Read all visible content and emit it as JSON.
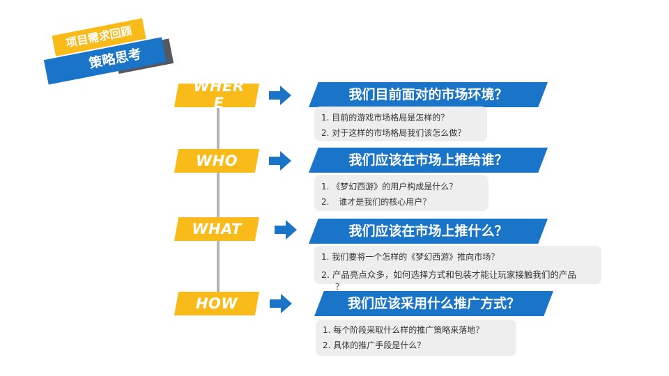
{
  "header": {
    "line1": "项目需求回顾",
    "line2": "策略思考"
  },
  "sections": [
    {
      "tag": "WHERE",
      "question": "我们目前面对的市场环境？",
      "items": [
        {
          "num": "1.",
          "text": "目前的游戏市场格局是怎样的？"
        },
        {
          "num": "2.",
          "text": "对于这样的市场格局我们该怎么做？"
        }
      ]
    },
    {
      "tag": "WHO",
      "question": "我们应该在市场上推给谁？",
      "items": [
        {
          "num": "1.",
          "text": "《梦幻西游》的用户构成是什么？"
        },
        {
          "num": "2.",
          "text": "谁才是我们的核心用户？"
        }
      ]
    },
    {
      "tag": "WHAT",
      "question": "我们应该在市场上推什么？",
      "items": [
        {
          "num": "1.",
          "text": "我们要将一个怎样的《梦幻西游》推向市场？"
        },
        {
          "num": "2.",
          "text": "产品亮点众多，如何选择方式和包装才能让玩家接触我们的产品"
        },
        {
          "num": "",
          "text": "？"
        }
      ]
    },
    {
      "tag": "HOW",
      "question": "我们应该采用什么推广方式？",
      "items": [
        {
          "num": "1.",
          "text": "每个阶段采取什么样的推广策略来落地？"
        },
        {
          "num": "2.",
          "text": "具体的推广手段是什么？"
        }
      ]
    }
  ],
  "colors": {
    "yellow": "#f8bb19",
    "blue": "#1a74c8",
    "gray_dark": "#545860",
    "item_bg": "#eeeeee",
    "connector": "#b4b4b4"
  },
  "icons": {
    "arrow": "arrow-right-icon"
  }
}
